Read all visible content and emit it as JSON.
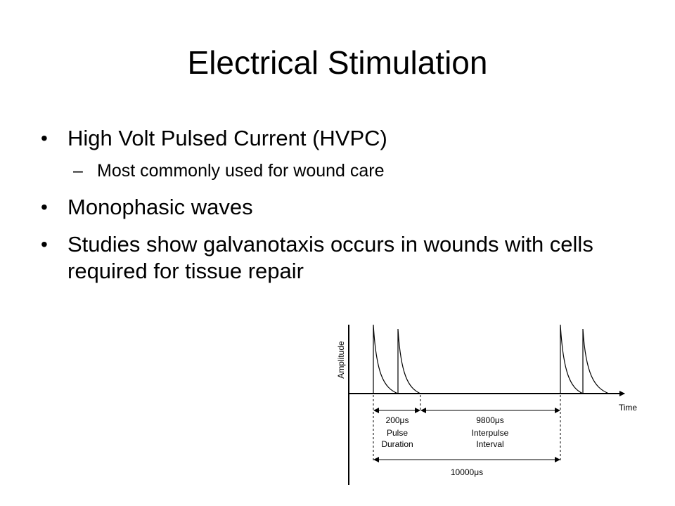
{
  "slide": {
    "title": "Electrical Stimulation",
    "bullets": [
      {
        "text": "High Volt Pulsed Current (HVPC)",
        "sub": [
          "Most commonly used for wound care"
        ]
      },
      {
        "text": "Monophasic waves",
        "sub": []
      },
      {
        "text": "Studies show galvanotaxis occurs in wounds with cells required for tissue repair",
        "sub": []
      }
    ]
  },
  "diagram": {
    "y_axis_label": "Amplitude",
    "x_axis_label": "Time",
    "pulse_duration_value": "200μs",
    "pulse_duration_label_line1": "Pulse",
    "pulse_duration_label_line2": "Duration",
    "interpulse_value": "9800μs",
    "interpulse_label_line1": "Interpulse",
    "interpulse_label_line2": "Interval",
    "period_value": "10000μs"
  }
}
